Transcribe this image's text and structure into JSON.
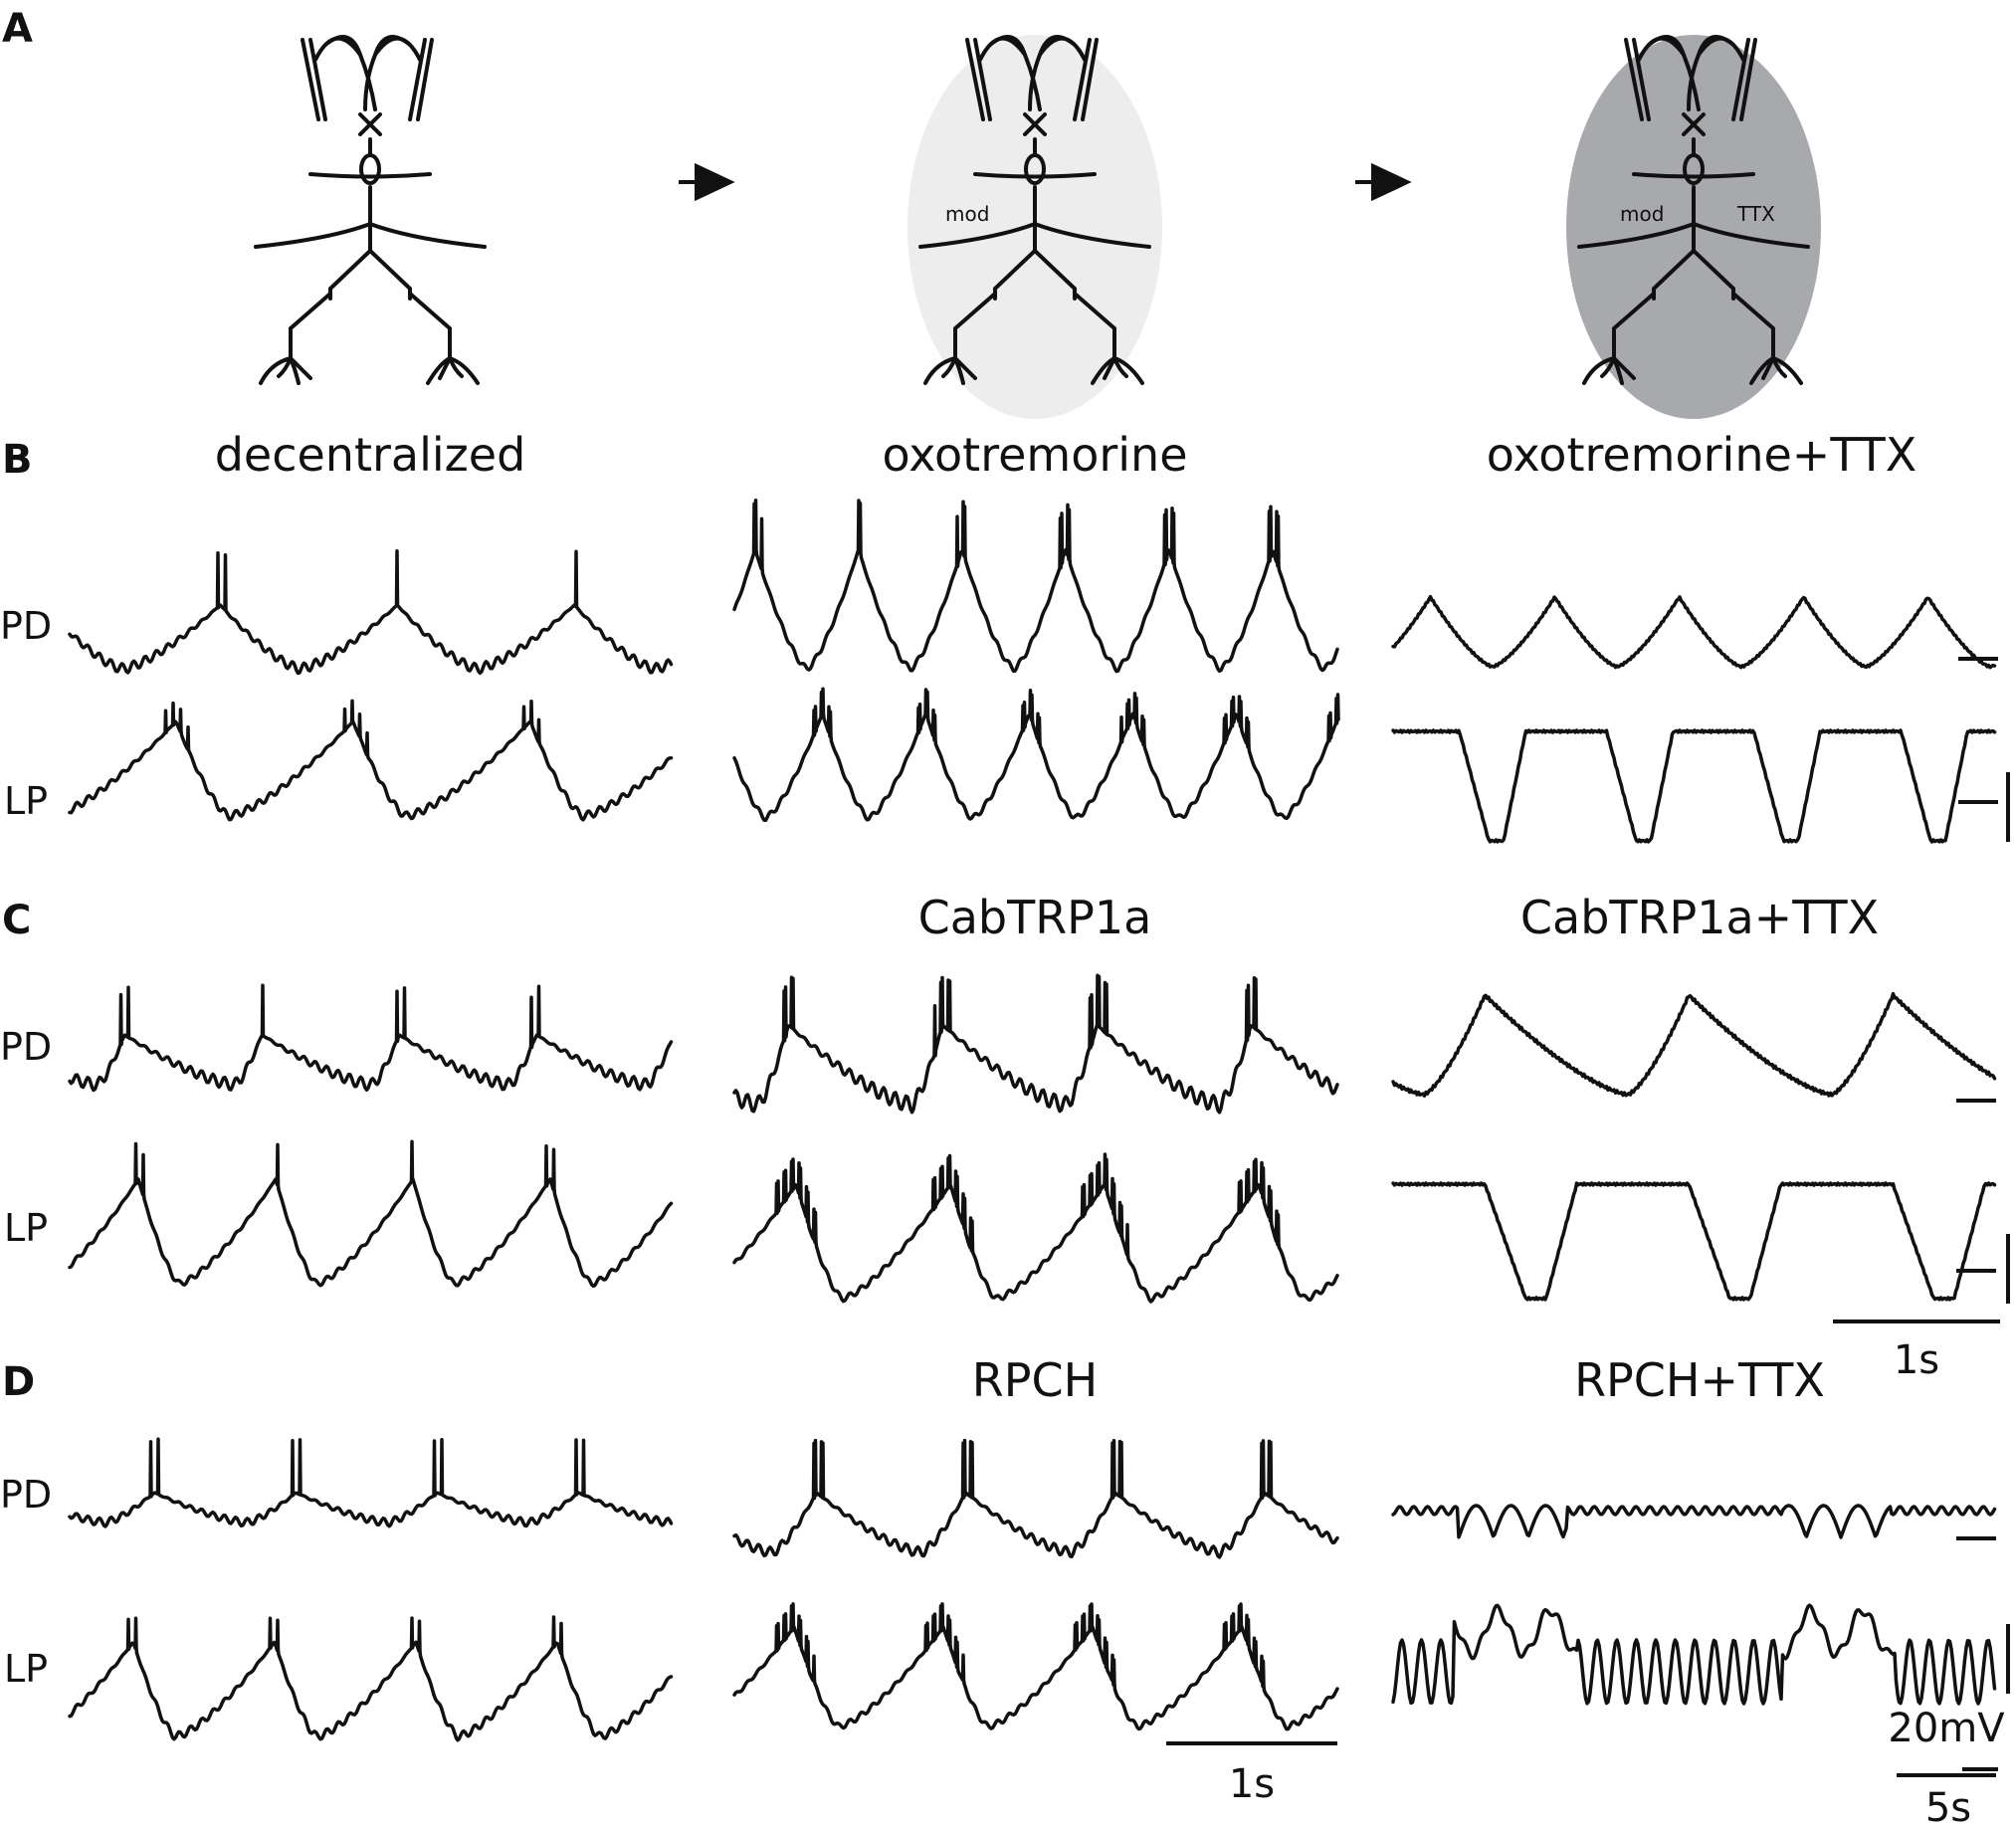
{
  "panels": {
    "A": {
      "letter": "A",
      "schematic_labels": {
        "mod_bath": "mod",
        "mod_ttx": "mod",
        "ttx": "TTX"
      },
      "bath_colors": [
        "#ffffff",
        "#ededee",
        "#a7a9ac"
      ]
    },
    "B": {
      "letter": "B",
      "titles": [
        "decentralized",
        "oxotremorine",
        "oxotremorine+TTX"
      ],
      "pd": "PD",
      "lp": "LP"
    },
    "C": {
      "letter": "C",
      "titles": [
        "CabTRP1a",
        "CabTRP1a+TTX"
      ],
      "pd": "PD",
      "lp": "LP"
    },
    "D": {
      "letter": "D",
      "titles": [
        "RPCH",
        "RPCH+TTX"
      ],
      "pd": "PD",
      "lp": "LP"
    }
  },
  "scale_bars": {
    "time_c": "1s",
    "time_d": "1s",
    "voltage": "20mV",
    "time_slow": "5s"
  }
}
